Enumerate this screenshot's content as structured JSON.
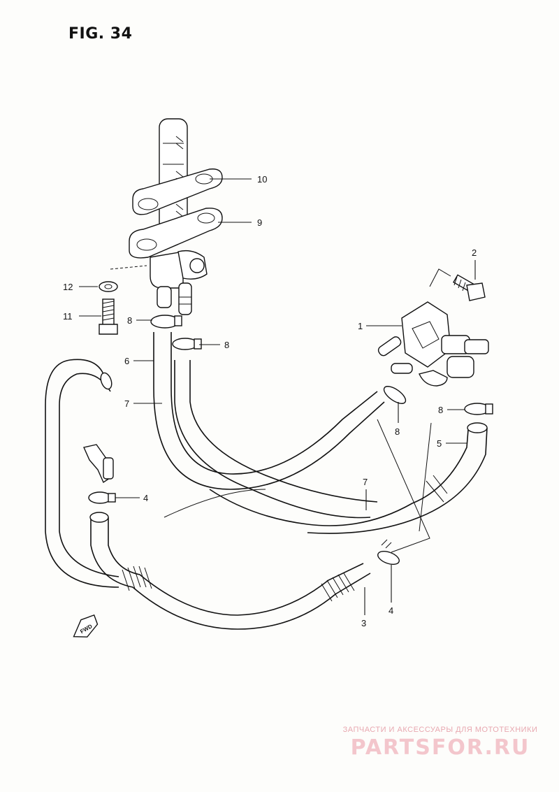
{
  "figure": {
    "title": "FIG. 34"
  },
  "fwd_badge": {
    "text": "FWD"
  },
  "callouts": [
    {
      "id": "c-10",
      "label": "10"
    },
    {
      "id": "c-9",
      "label": "9"
    },
    {
      "id": "c-2",
      "label": "2"
    },
    {
      "id": "c-12",
      "label": "12"
    },
    {
      "id": "c-11",
      "label": "11"
    },
    {
      "id": "c-8a",
      "label": "8"
    },
    {
      "id": "c-8b",
      "label": "8"
    },
    {
      "id": "c-1",
      "label": "1"
    },
    {
      "id": "c-6",
      "label": "6"
    },
    {
      "id": "c-7a",
      "label": "7"
    },
    {
      "id": "c-8c",
      "label": "8"
    },
    {
      "id": "c-8d",
      "label": "8"
    },
    {
      "id": "c-5",
      "label": "5"
    },
    {
      "id": "c-4a",
      "label": "4"
    },
    {
      "id": "c-7b",
      "label": "7"
    },
    {
      "id": "c-4b",
      "label": "4"
    },
    {
      "id": "c-3",
      "label": "3"
    }
  ],
  "watermark": {
    "tagline": "ЗАПЧАСТИ И АКСЕССУАРЫ ДЛЯ МОТОТЕХНИКИ",
    "logo": "PARTSFOR.RU"
  }
}
